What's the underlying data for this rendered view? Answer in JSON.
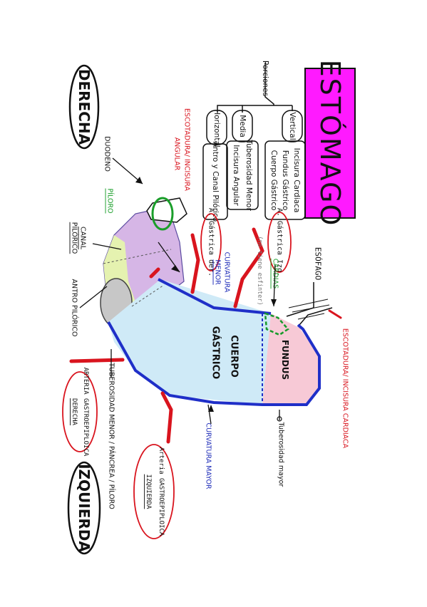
{
  "title": "ESTÓMAGO",
  "sides": {
    "right": "DERECHA",
    "left": "IZQUIERDA"
  },
  "portions": {
    "label": "Porciones",
    "items": [
      {
        "name": "Vertical",
        "parts": [
          "Incisura Cardiaca",
          "Fundus Gástrico",
          "Cuerpo Gástrico"
        ]
      },
      {
        "name": "Media",
        "parts": [
          "Tuberosidad Menor",
          "Incisura Angular"
        ]
      },
      {
        "name": "Horizontal",
        "parts": [
          "Antro y Canal Pilórico"
        ]
      }
    ]
  },
  "regions": {
    "cuerpo": "CUERPO",
    "gastrico": "GÁSTRICO",
    "fundus": "FUNDUS",
    "duodeno": "DUODENO",
    "piloro": "PÍLORO",
    "canal_1": "CANAL",
    "canal_2": "PILÓRICO",
    "antro": "ANTRO PILÓRICO",
    "esofago": "ESÓFAGO",
    "cardias": "CARDIAS",
    "cardias_note": "(no tiene esfinter)"
  },
  "landmarks": {
    "esc_angular_1": "ESCOTADURA/ INCISURA",
    "esc_angular_2": "ANGULAR",
    "esc_cardiaca": "ESCOTADURA/ INCISURA CARDIACA",
    "tuberosidad_mayor": "Tuberosidad mayor",
    "tuberosidad_menor_1": "TUBEROSIDAD MENOR / PÁNCREA / PÍLORO",
    "curv_menor_1": "CURVATURA",
    "curv_menor_2": "MENOR",
    "curv_mayor": "CURVATURA MAYOR"
  },
  "arteries": {
    "gastrica_izq": "A. Gástrica Izq.",
    "gastrica_der": "A. Gástrica der.",
    "gep_der_1": "ARTERIA GASTROEPIPLOICA",
    "gep_der_2": "DERECHA",
    "gep_izq_1": "Arteria GASTROEPIPLOICA",
    "gep_izq_2": "IZQUIERDA"
  },
  "colors": {
    "title_bg": "#ff1aff",
    "outline": "#1f2fc8",
    "body_fill": "#cfeaf7",
    "fundus_fill": "#f7c9d6",
    "artery": "#d9141e",
    "annotation_red": "#d9141e",
    "annotation_blue": "#1d2bb8",
    "annotation_green": "#1a9e2a",
    "cardias_dash": "#169a2a",
    "pylorus_fill": "#d6b6e6",
    "antrum_fill": "#e5f2b0",
    "canal_fill": "#c7c7c7"
  }
}
